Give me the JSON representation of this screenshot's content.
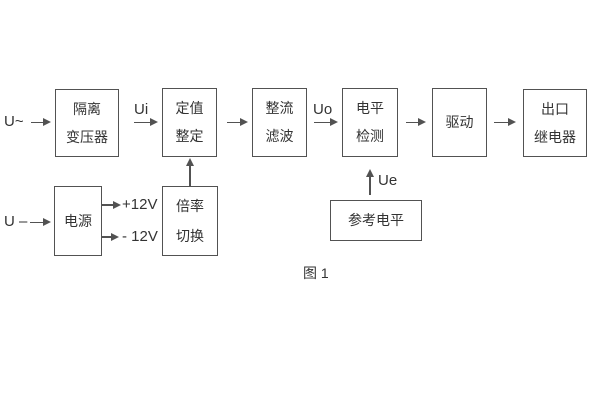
{
  "caption": "图 1",
  "inputs": {
    "ac": "U~",
    "dc": "U –"
  },
  "signals": {
    "ui": "Ui",
    "uo": "Uo",
    "ue": "Ue",
    "rail_pos": "+12V",
    "rail_neg": "- 12V"
  },
  "blocks": {
    "isolation_transformer": {
      "line1": "隔离",
      "line2": "变压器"
    },
    "setting_adjust": {
      "line1": "定值",
      "line2": "整定"
    },
    "rectify_filter": {
      "line1": "整流",
      "line2": "滤波"
    },
    "level_detect": {
      "line1": "电平",
      "line2": "检测"
    },
    "drive": {
      "label": "驱动"
    },
    "output_relay": {
      "line1": "出口",
      "line2": "继电器"
    },
    "power_supply": {
      "label": "电源"
    },
    "ratio_switch": {
      "line1": "倍率",
      "line2": "切换"
    },
    "reference_level": {
      "label": "参考电平"
    }
  },
  "colors": {
    "line": "#525252",
    "text": "#333333",
    "background": "#ffffff"
  }
}
